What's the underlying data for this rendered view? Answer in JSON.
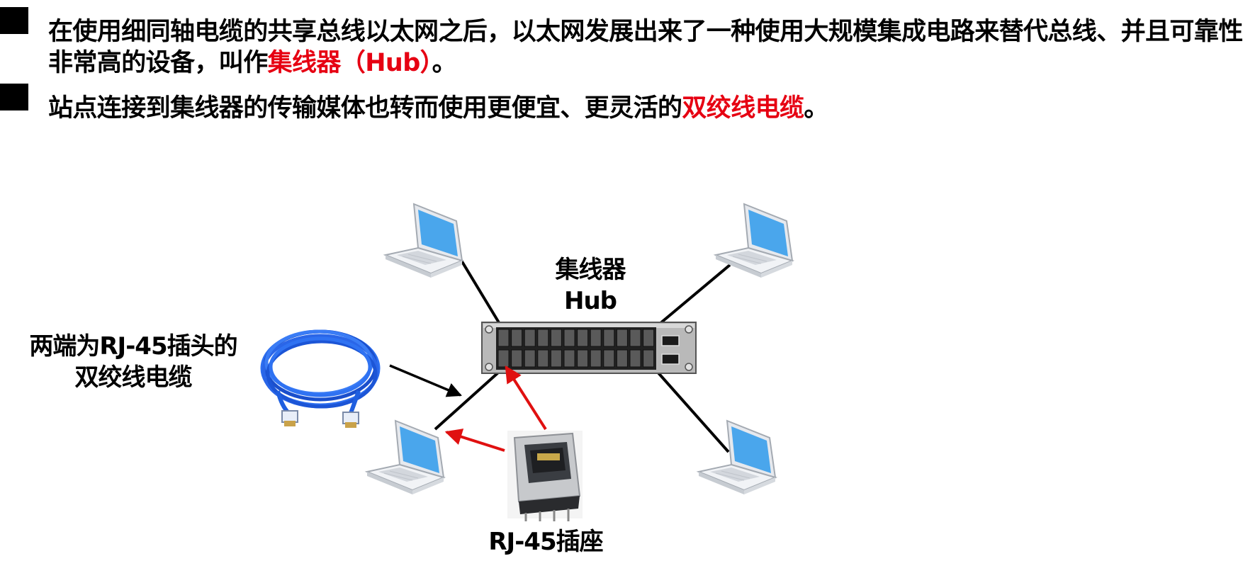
{
  "bullets": [
    {
      "before": "在使用细同轴电缆的共享总线以太网之后，以太网发展出来了一种使用大规模集成电路来替代总线、并且可靠性非常高的设备，叫作",
      "highlight": "集线器（Hub）",
      "after": "。"
    },
    {
      "before": "站点连接到集线器的传输媒体也转而使用更便宜、更灵活的",
      "highlight": "双绞线电缆",
      "after": "。"
    }
  ],
  "diagram": {
    "hub_label": "集线器",
    "hub_label_en": "Hub",
    "cable_label_line1": "两端为RJ-45插头的",
    "cable_label_line2": "双绞线电缆",
    "socket_label": "RJ-45插座"
  },
  "colors": {
    "highlight": "#e60012",
    "arrow_red": "#e01010",
    "cable_blue": "#1f5fe0",
    "laptop_screen": "#4aa6ec"
  }
}
